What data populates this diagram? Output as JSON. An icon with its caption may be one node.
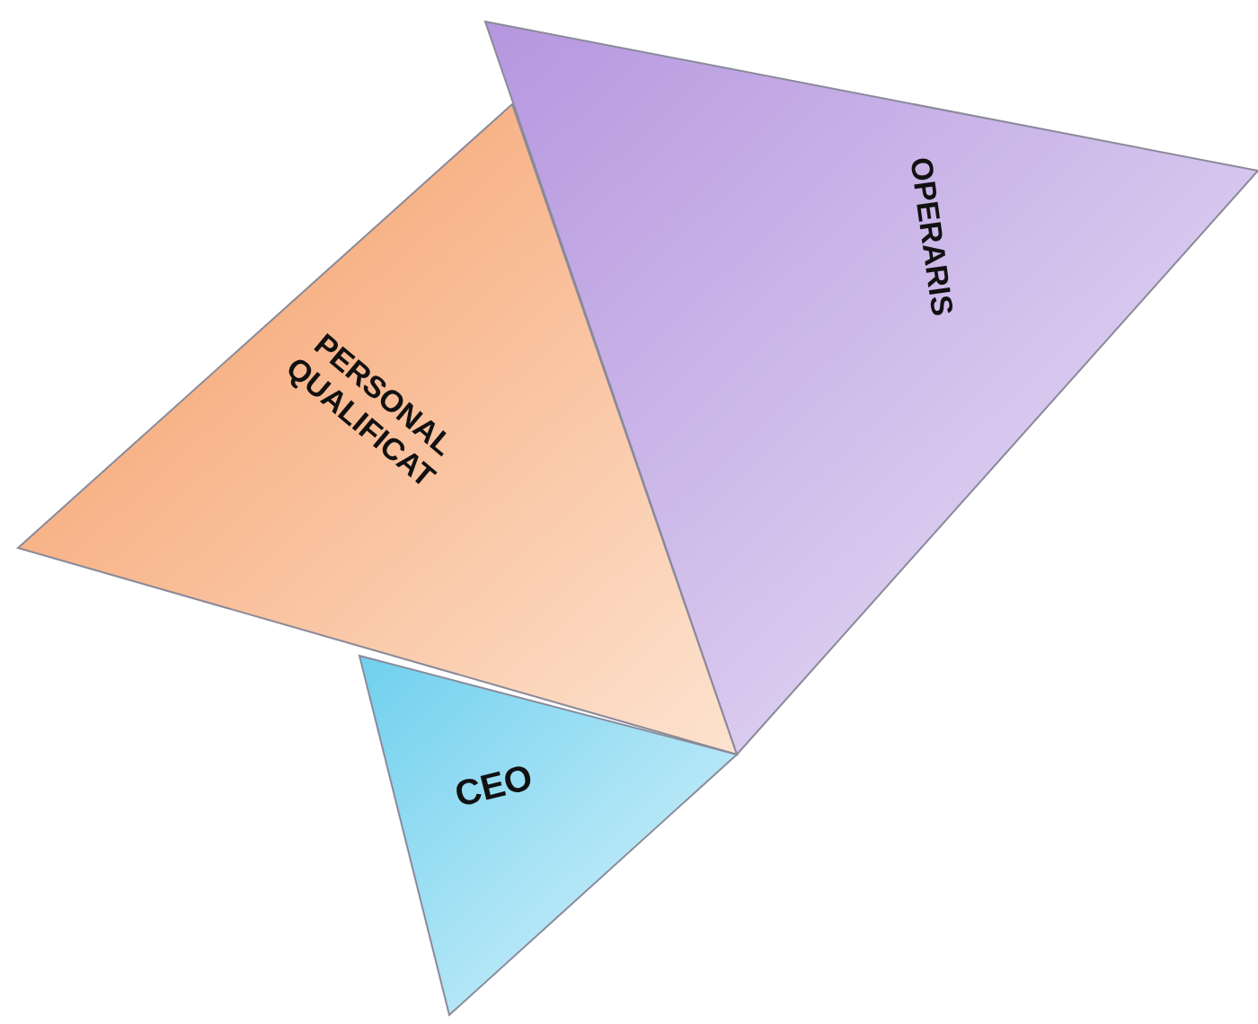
{
  "diagram": {
    "nodes": [
      {
        "text": [
          "OPERARIS"
        ]
      },
      {
        "text": [
          "PERSONAL QUALIFICAT"
        ]
      },
      {
        "text": [
          "CEO"
        ]
      }
    ]
  }
}
